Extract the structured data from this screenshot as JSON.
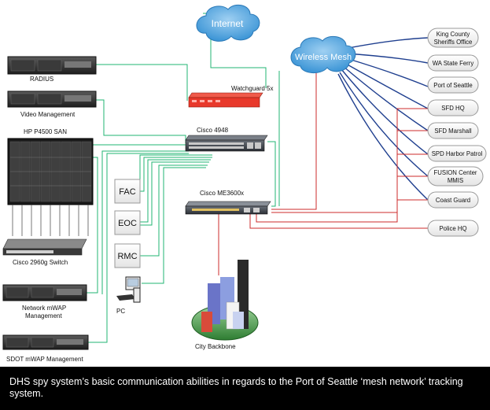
{
  "diagram": {
    "cloud_internet": "Internet",
    "cloud_mesh": "Wireless Mesh",
    "watchguard": "Watchguard 5x",
    "cisco4948": "Cisco 4948",
    "me3600": "Cisco ME3600x",
    "radius": "RADIUS",
    "video": "Video Management",
    "san": "HP P4500 SAN",
    "cisco2960": "Cisco 2960g Switch",
    "network_mwap": [
      "Network mWAP",
      "Management"
    ],
    "sdot_mwap": "SDOT mWAP Management",
    "fac": "FAC",
    "eoc": "EOC",
    "rmc": "RMC",
    "pc": "PC",
    "city_backbone": "City Backbone",
    "partners": [
      {
        "lines": [
          "King County",
          "Sheriffs Office"
        ]
      },
      {
        "lines": [
          "WA State Ferry"
        ]
      },
      {
        "lines": [
          "Port of Seattle"
        ]
      },
      {
        "lines": [
          "SFD HQ"
        ]
      },
      {
        "lines": [
          "SFD Marshall"
        ]
      },
      {
        "lines": [
          "SPD Harbor Patrol"
        ]
      },
      {
        "lines": [
          "FUSION Center",
          "MMIS"
        ]
      },
      {
        "lines": [
          "Coast Guard"
        ]
      },
      {
        "lines": [
          "Police HQ"
        ]
      }
    ]
  },
  "caption": "DHS spy system’s basic communication abilities in regards to the Port of Seattle ‘mesh network’ tracking system.",
  "colors": {
    "green_link": "#22b573",
    "red_link": "#cc2b2b",
    "blue_link": "#1f3f8f",
    "cloud": "#3c95d6",
    "firewall": "#e8392b"
  }
}
